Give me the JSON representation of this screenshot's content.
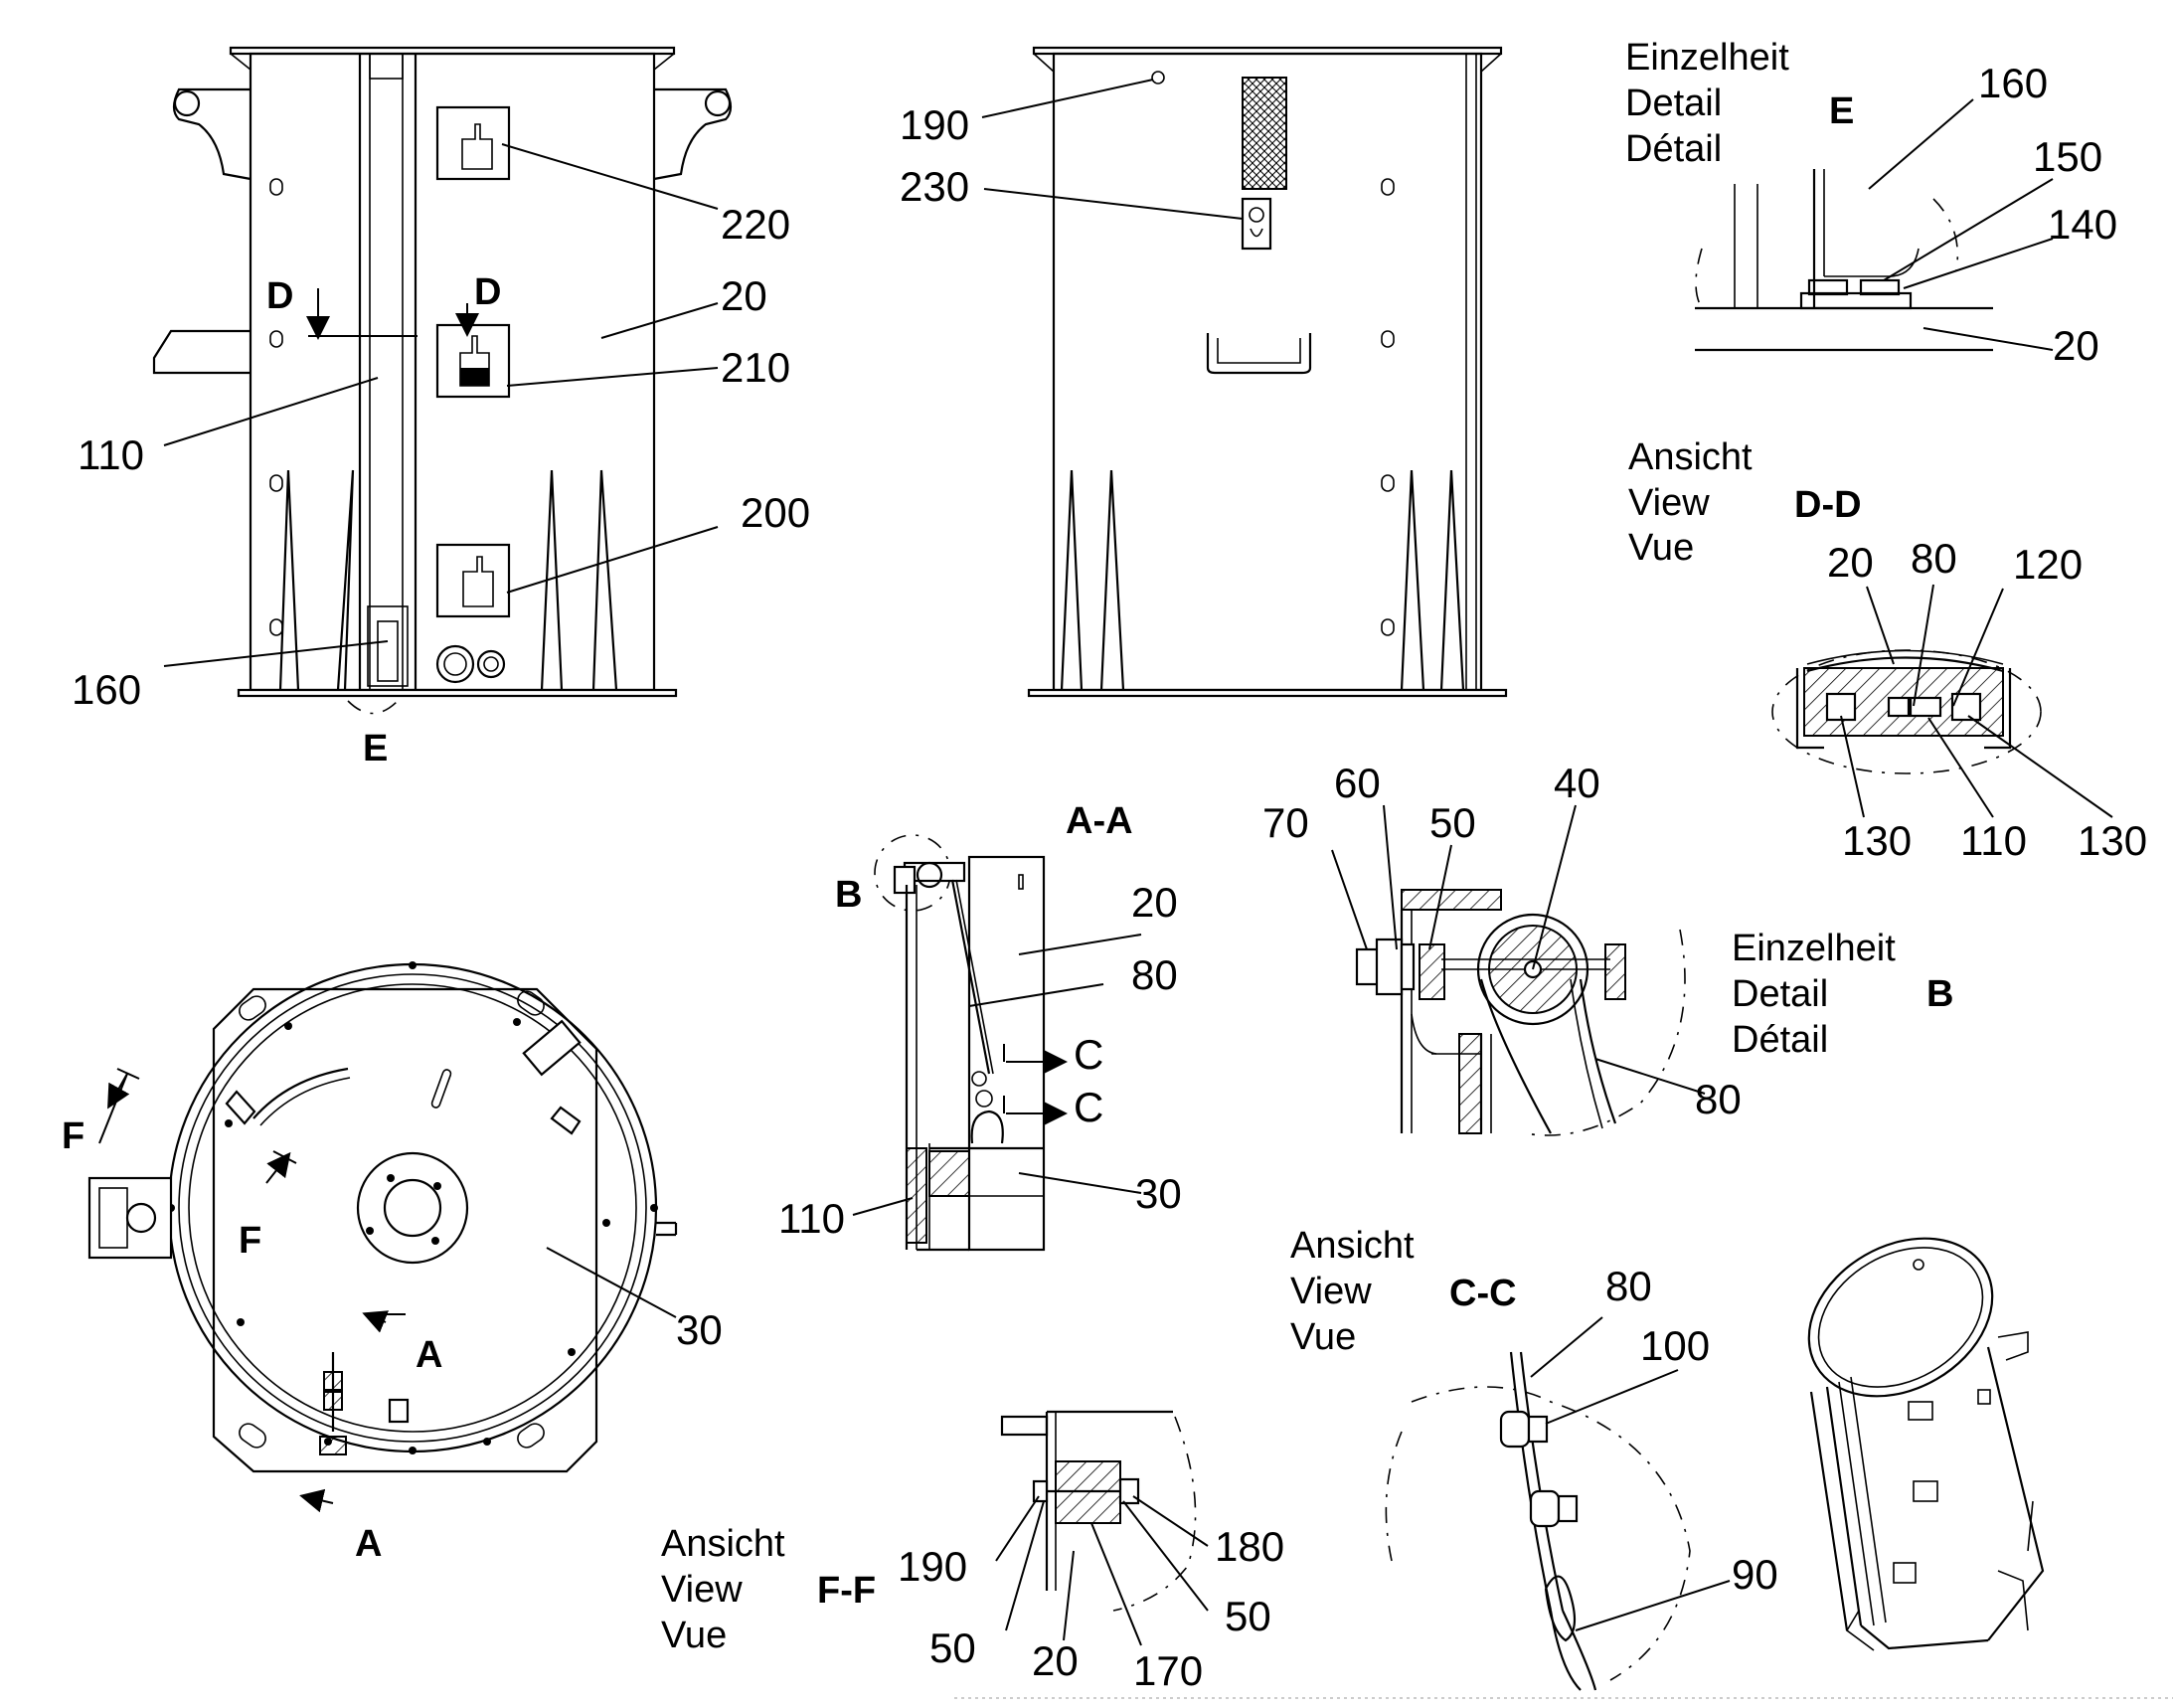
{
  "views": {
    "front": {
      "section_marker": "D",
      "detail_marker": "E",
      "callouts": [
        "220",
        "20",
        "210",
        "110",
        "200",
        "160"
      ]
    },
    "rear": {
      "callouts": [
        "190",
        "230"
      ]
    },
    "detail_e": {
      "caption": [
        "Einzelheit",
        "Detail",
        "Détail"
      ],
      "marker": "E",
      "callouts": [
        "160",
        "150",
        "140",
        "20"
      ]
    },
    "view_dd": {
      "caption": [
        "Ansicht",
        "View",
        "Vue"
      ],
      "marker": "D-D",
      "callouts": [
        "20",
        "80",
        "120",
        "130",
        "110",
        "130"
      ]
    },
    "section_aa": {
      "title": "A-A",
      "detail_marker": "B",
      "section_marker": "C",
      "callouts": [
        "20",
        "80",
        "30",
        "110"
      ]
    },
    "detail_b": {
      "caption": [
        "Einzelheit",
        "Detail",
        "Détail"
      ],
      "marker": "B",
      "callouts": [
        "70",
        "60",
        "50",
        "40",
        "80"
      ]
    },
    "top": {
      "section_marker_f": "F",
      "section_marker_a": "A",
      "callouts": [
        "30"
      ]
    },
    "view_cc": {
      "caption": [
        "Ansicht",
        "View",
        "Vue"
      ],
      "marker": "C-C",
      "callouts": [
        "80",
        "100",
        "90"
      ]
    },
    "view_ff": {
      "caption": [
        "Ansicht",
        "View",
        "Vue"
      ],
      "marker": "F-F",
      "callouts": [
        "190",
        "180",
        "50",
        "50",
        "20",
        "170"
      ]
    }
  }
}
